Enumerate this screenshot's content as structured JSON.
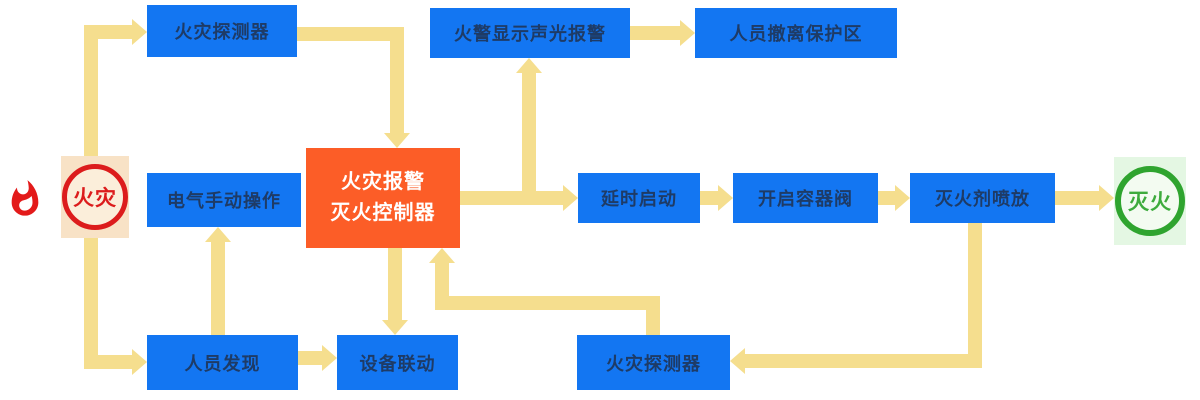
{
  "diagram": {
    "type": "flowchart",
    "background": "#ffffff",
    "colors": {
      "process_box": "#1376F2",
      "process_text": "#1E3B66",
      "controller_box": "#FC5D27",
      "controller_text": "#FFFFFF",
      "connector": "#F5DE8E",
      "start_node_border": "#DC1C1C",
      "start_node_bg": "#F8E2C6",
      "start_node_text": "#DC1C1C",
      "end_node_border": "#2FA42F",
      "end_node_bg": "#E4F7E3",
      "end_node_text": "#3DAB3D",
      "flame_icon": "#E31A1A"
    },
    "nodes": {
      "fire_start": {
        "label": "火灾",
        "shape": "circle"
      },
      "detector_top": {
        "label": "火灾探测器",
        "shape": "rect"
      },
      "alarm_display": {
        "label": "火警显示声光报警",
        "shape": "rect"
      },
      "evacuate_zone": {
        "label": "人员撤离保护区",
        "shape": "rect"
      },
      "manual_operation": {
        "label": "电气手动操作",
        "shape": "rect"
      },
      "controller": {
        "label": "火灾报警\n灭火控制器",
        "shape": "rect"
      },
      "delay_start": {
        "label": "延时启动",
        "shape": "rect"
      },
      "open_valve": {
        "label": "开启容器阀",
        "shape": "rect"
      },
      "agent_discharge": {
        "label": "灭火剂喷放",
        "shape": "rect"
      },
      "person_discover": {
        "label": "人员发现",
        "shape": "rect"
      },
      "equipment_linkage": {
        "label": "设备联动",
        "shape": "rect"
      },
      "detector_bottom": {
        "label": "火灾探测器",
        "shape": "rect"
      },
      "fire_extinguished": {
        "label": "灭火",
        "shape": "circle"
      }
    },
    "icons": {
      "flame": "flame-icon"
    },
    "edges": [
      {
        "from": "fire_start",
        "to": "detector_top"
      },
      {
        "from": "detector_top",
        "to": "controller"
      },
      {
        "from": "fire_start",
        "to": "person_discover"
      },
      {
        "from": "person_discover",
        "to": "manual_operation"
      },
      {
        "from": "person_discover",
        "to": "equipment_linkage"
      },
      {
        "from": "controller",
        "to": "equipment_linkage"
      },
      {
        "from": "detector_bottom",
        "to": "controller"
      },
      {
        "from": "controller",
        "to": "alarm_display"
      },
      {
        "from": "alarm_display",
        "to": "evacuate_zone"
      },
      {
        "from": "controller",
        "to": "delay_start"
      },
      {
        "from": "delay_start",
        "to": "open_valve"
      },
      {
        "from": "open_valve",
        "to": "agent_discharge"
      },
      {
        "from": "agent_discharge",
        "to": "fire_extinguished"
      },
      {
        "from": "agent_discharge",
        "to": "detector_bottom"
      }
    ]
  }
}
